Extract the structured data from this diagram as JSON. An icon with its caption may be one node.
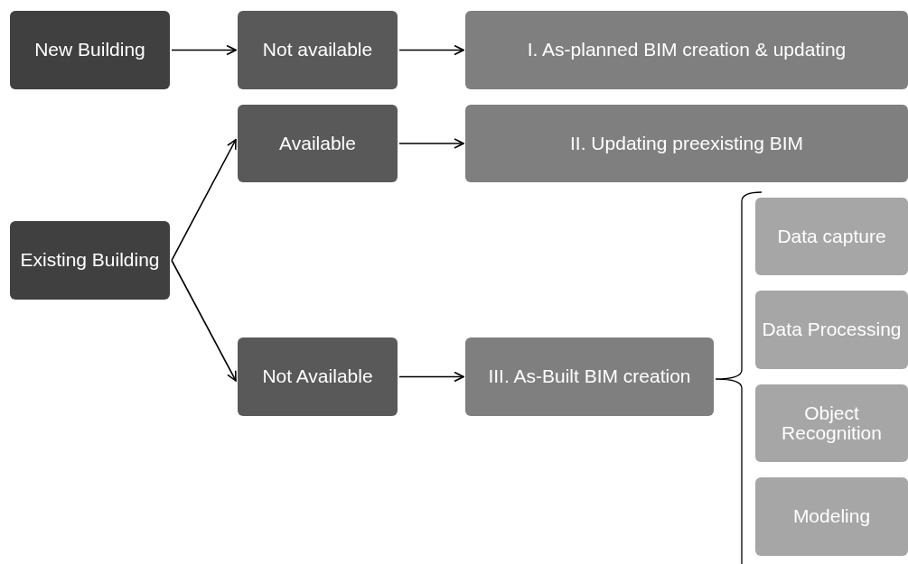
{
  "diagram": {
    "nodes": [
      {
        "text": [
          "New Building"
        ]
      },
      {
        "text": [
          "Not available"
        ]
      },
      {
        "text": [
          "I. As-planned BIM creation & updating"
        ]
      },
      {
        "text": [
          "Available"
        ]
      },
      {
        "text": [
          "II. Updating preexisting BIM"
        ]
      },
      {
        "text": [
          "Data capture"
        ]
      },
      {
        "text": [
          "Existing Building"
        ]
      },
      {
        "text": [
          "Data Processing"
        ]
      },
      {
        "text": [
          "Not Available"
        ]
      },
      {
        "text": [
          "III. As-Built BIM creation"
        ]
      },
      {
        "text": [
          "Object Recognition"
        ]
      },
      {
        "text": [
          "Modeling"
        ]
      }
    ],
    "edges": [
      {
        "from": 0,
        "to": 1,
        "arrow": "to"
      },
      {
        "from": 1,
        "to": 2,
        "arrow": "to"
      },
      {
        "from": 6,
        "to": 3,
        "arrow": "to"
      },
      {
        "from": 6,
        "to": 8,
        "arrow": "to"
      },
      {
        "from": 3,
        "to": 4,
        "arrow": "to"
      },
      {
        "from": 8,
        "to": 9,
        "arrow": "to"
      }
    ]
  }
}
